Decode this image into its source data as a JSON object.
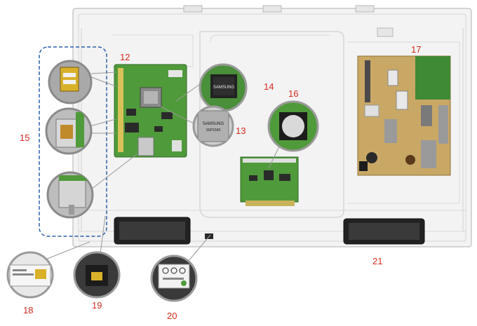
{
  "colors": {
    "label": "#d62a1e",
    "frame": "#f1f1f1",
    "frame_line": "#c8c8c8",
    "pcb_green": "#4f9a3a",
    "pcb_dark": "#2f6b26",
    "power_board": "#b89a5a",
    "dashed_group": "#2b5fa8",
    "chip": "#555555"
  },
  "callouts": {
    "n12": "12",
    "n13": "13",
    "n14": "14",
    "n15": "15",
    "n16": "16",
    "n17": "17",
    "n18": "18",
    "n19": "19",
    "n20": "20",
    "n21": "21"
  },
  "chip_marks": {
    "main_chip_brand": "SAMSUNG",
    "chip13_brand": "SAMSUNG",
    "chip13_code": "S5P1560"
  },
  "icons": [
    "main-board-icon",
    "power-board-icon",
    "tcon-board-icon",
    "speaker-icon",
    "chip-icon",
    "connector-icon",
    "tuner-icon",
    "wifi-module-icon",
    "ir-sensor-icon",
    "label-sticker-icon"
  ]
}
